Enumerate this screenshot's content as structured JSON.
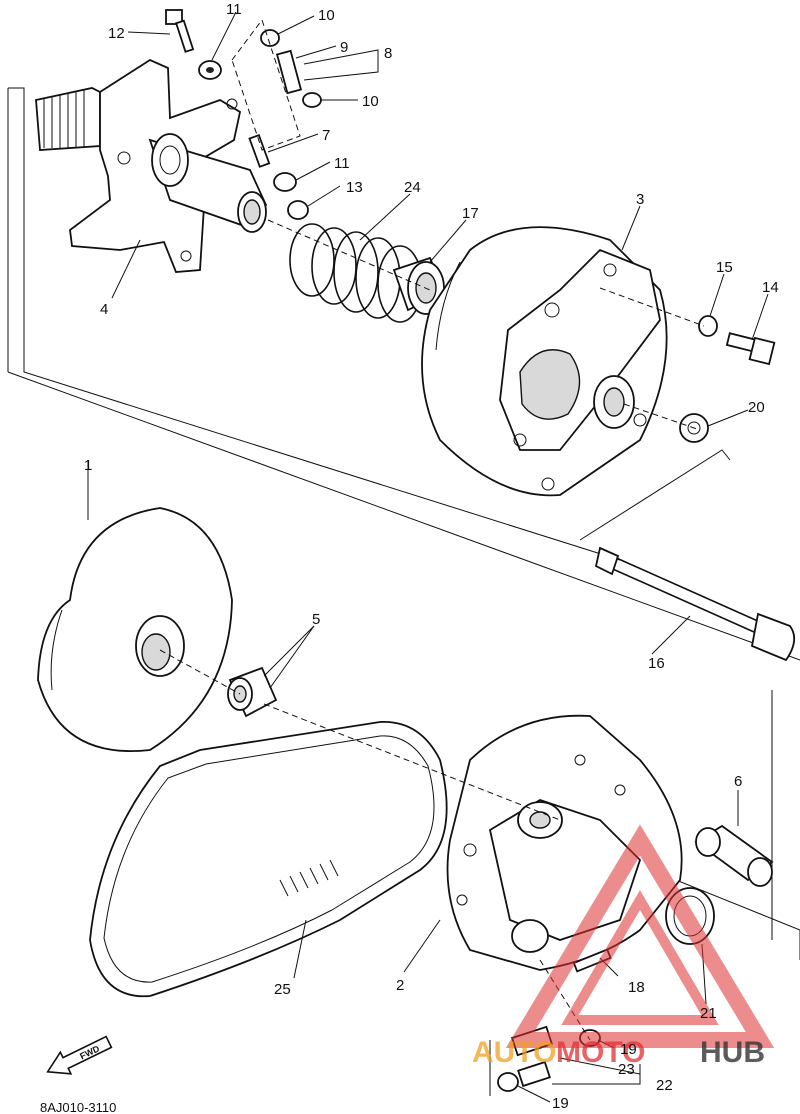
{
  "diagram": {
    "part_code": "8AJ010-3110",
    "fwd_label": "FWD",
    "callouts": {
      "c1": "1",
      "c2": "2",
      "c3": "3",
      "c4": "4",
      "c5": "5",
      "c6": "6",
      "c7": "7",
      "c8": "8",
      "c9": "9",
      "c10a": "10",
      "c10b": "10",
      "c11a": "11",
      "c11b": "11",
      "c12": "12",
      "c13": "13",
      "c14": "14",
      "c15": "15",
      "c16": "16",
      "c17": "17",
      "c18": "18",
      "c19a": "19",
      "c19b": "19",
      "c20": "20",
      "c21": "21",
      "c22": "22",
      "c23": "23",
      "c24": "24",
      "c25": "25"
    }
  },
  "watermark": {
    "text_a": "AUTO",
    "text_b": "MOTO",
    "text_c": "HUB",
    "colors": {
      "orange": "#f0a020",
      "red": "#e03030",
      "dark": "#333333"
    }
  }
}
